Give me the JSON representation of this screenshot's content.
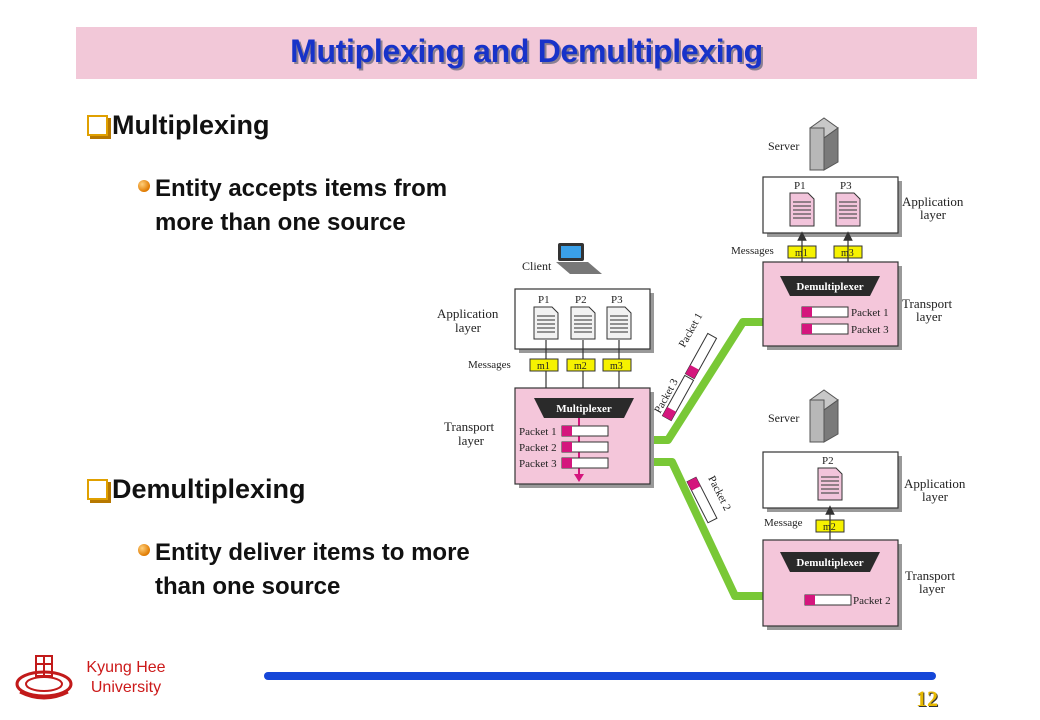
{
  "slide": {
    "title": "Mutiplexing and Demultiplexing",
    "page_number": "12"
  },
  "bullets": [
    {
      "heading": "Multiplexing",
      "sub": [
        "Entity accepts items from",
        "more than one source"
      ]
    },
    {
      "heading": "Demultiplexing",
      "sub": [
        "Entity deliver items to more",
        "than one source"
      ]
    }
  ],
  "footer": {
    "university_line1": "Kyung Hee",
    "university_line2": "University"
  },
  "diagram": {
    "client_label": "Client",
    "server_label": "Server",
    "app_layer": [
      "Application",
      "layer"
    ],
    "transport_layer": [
      "Transport",
      "layer"
    ],
    "messages_label": "Messages",
    "message_label": "Message",
    "multiplexer_label": "Multiplexer",
    "demultiplexer_label": "Demultiplexer",
    "p1": "P1",
    "p2": "P2",
    "p3": "P3",
    "m1": "m1",
    "m2": "m2",
    "m3": "m3",
    "packet1": "Packet 1",
    "packet2": "Packet 2",
    "packet3": "Packet 3"
  }
}
